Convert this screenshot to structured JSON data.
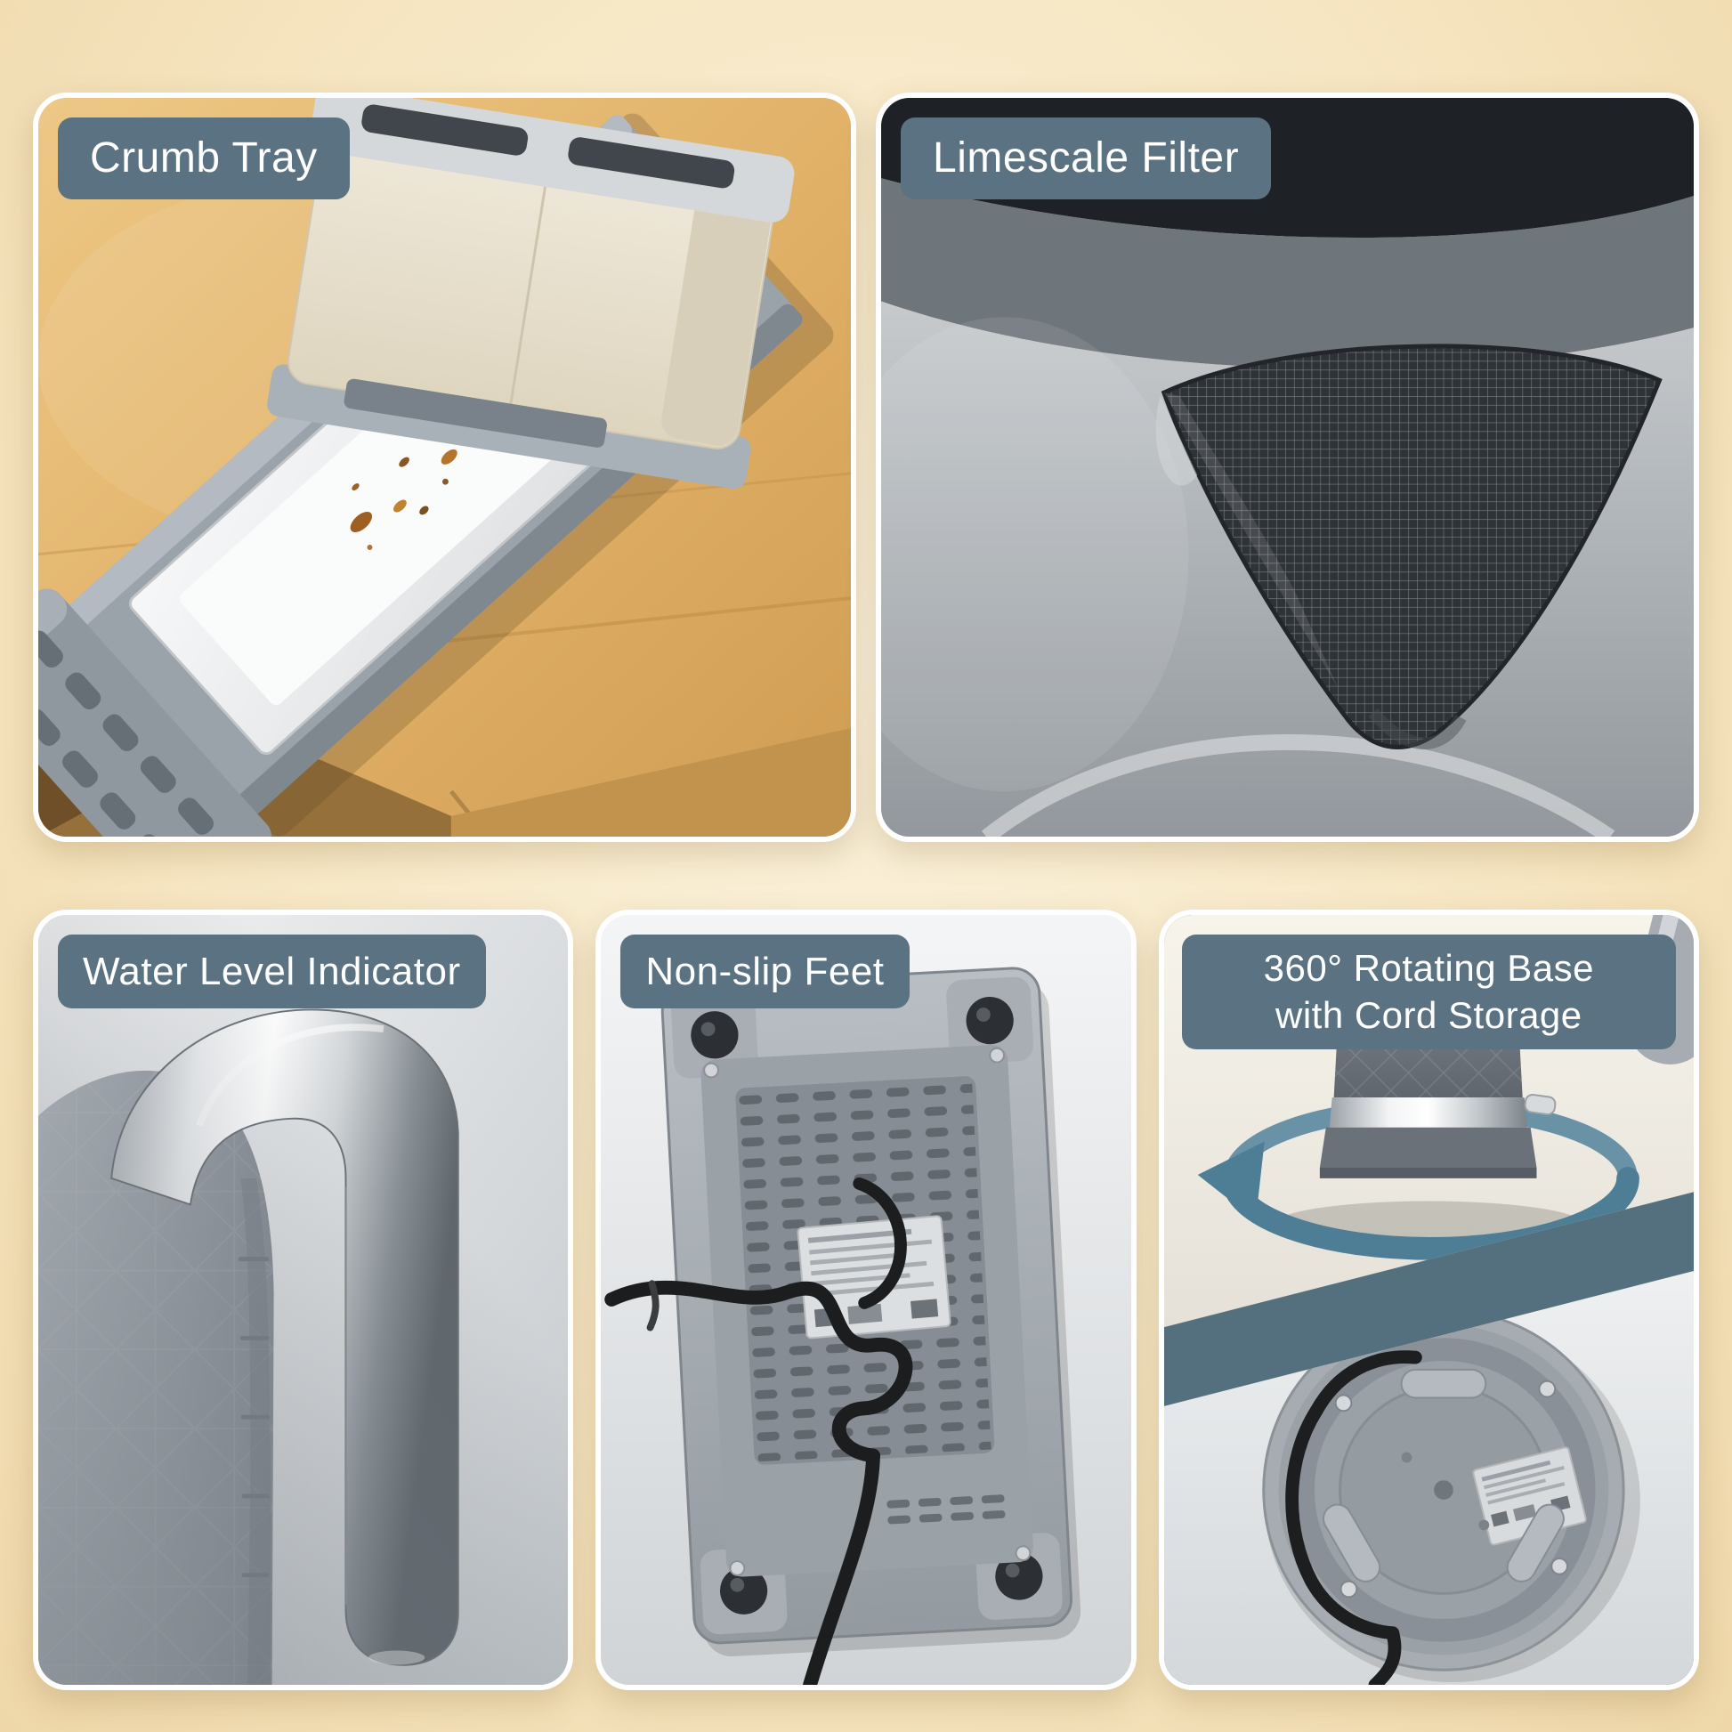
{
  "panels": {
    "crumb_tray": {
      "label": "Crumb Tray"
    },
    "limescale_filter": {
      "label": "Limescale Filter"
    },
    "water_level": {
      "label": "Water Level Indicator"
    },
    "non_slip_feet": {
      "label": "Non-slip Feet"
    },
    "rotating_base": {
      "label": "360° Rotating Base with Cord Storage",
      "label_line1": "360° Rotating Base",
      "label_line2": "with Cord Storage"
    }
  },
  "icons": {
    "rotation_arrow": "circular-arrow"
  },
  "colors": {
    "badge_background": "#5b7282",
    "badge_text": "#ffffff",
    "page_background_center": "#fbf2dc",
    "page_background_edge": "#efd7a9",
    "rotation_arrow_accent": "#4e7e95",
    "divider_slate": "#54707f"
  }
}
